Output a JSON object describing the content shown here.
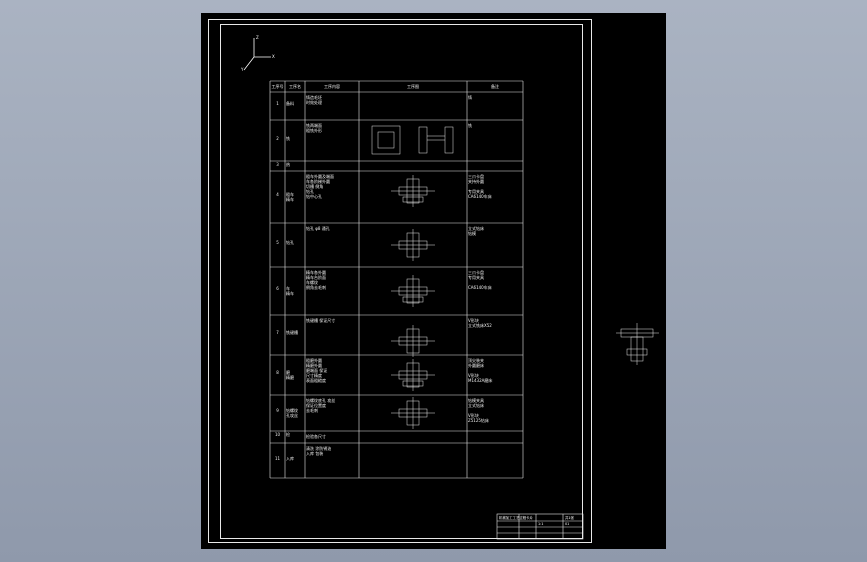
{
  "process_table": {
    "headers": [
      "工序号",
      "工序名",
      "工序内容",
      "工序图",
      "备注"
    ],
    "rows": [
      {
        "no": "1",
        "name": "备料",
        "content": "铸造毛坯\n时效处理",
        "note": "铸"
      },
      {
        "no": "2",
        "name": "铣",
        "content": "铣两端面\n粗铣外形",
        "note": "铣"
      },
      {
        "no": "3",
        "name": "热",
        "content": "",
        "note": ""
      },
      {
        "no": "4",
        "name": "粗车\n精车",
        "content": "粗车外圆及端面\n车各阶梯外圆\n切槽 倒角\n钻孔\n钻中心孔",
        "note": "三爪卡盘\n夹持外圆\n\n专用夹具\nCA6140车床"
      },
      {
        "no": "5",
        "name": "钻孔",
        "content": "钻孔 φ8 通孔",
        "note": "立式钻床\n钻模"
      },
      {
        "no": "6",
        "name": "车\n精车",
        "content": "精车各外圆\n精车台阶面\n车螺纹\n倒角去毛刺",
        "note": "三爪卡盘\n专用夹具\n\nCA6140车床"
      },
      {
        "no": "7",
        "name": "铣键槽",
        "content": "铣键槽 保证尺寸",
        "note": "V形块\n立式铣床X52"
      },
      {
        "no": "8",
        "name": "磨\n精磨",
        "content": "粗磨外圆\n精磨外圆\n磨端面 保证\n尺寸精度\n表面粗糙度",
        "note": "顶尖装夹\n外圆磨床\n\nV形块\nM1432A磨床"
      },
      {
        "no": "9",
        "name": "钻螺纹\n孔攻丝",
        "content": "钻螺纹底孔 攻丝\n保证位置度\n去毛刺",
        "note": "钻模夹具\n立式钻床\n\nV形块\nZ5125钻床"
      },
      {
        "no": "10",
        "name": "检",
        "content": "检验各尺寸",
        "note": ""
      },
      {
        "no": "11",
        "name": "入库",
        "content": "清洗 涂防锈油\n入库 包装",
        "note": ""
      }
    ]
  },
  "coordinate_axes": {
    "z_label": "Z",
    "x_label": "X",
    "y_label": "Y"
  },
  "title_block": {
    "part_name": "机械加工工艺过程卡片",
    "sheet": "共1张",
    "drawing_no": "01",
    "scale": "1:1"
  },
  "colors": {
    "background": "#000000",
    "lines": "#e8e8e8",
    "gray": "#a8b0bf"
  }
}
